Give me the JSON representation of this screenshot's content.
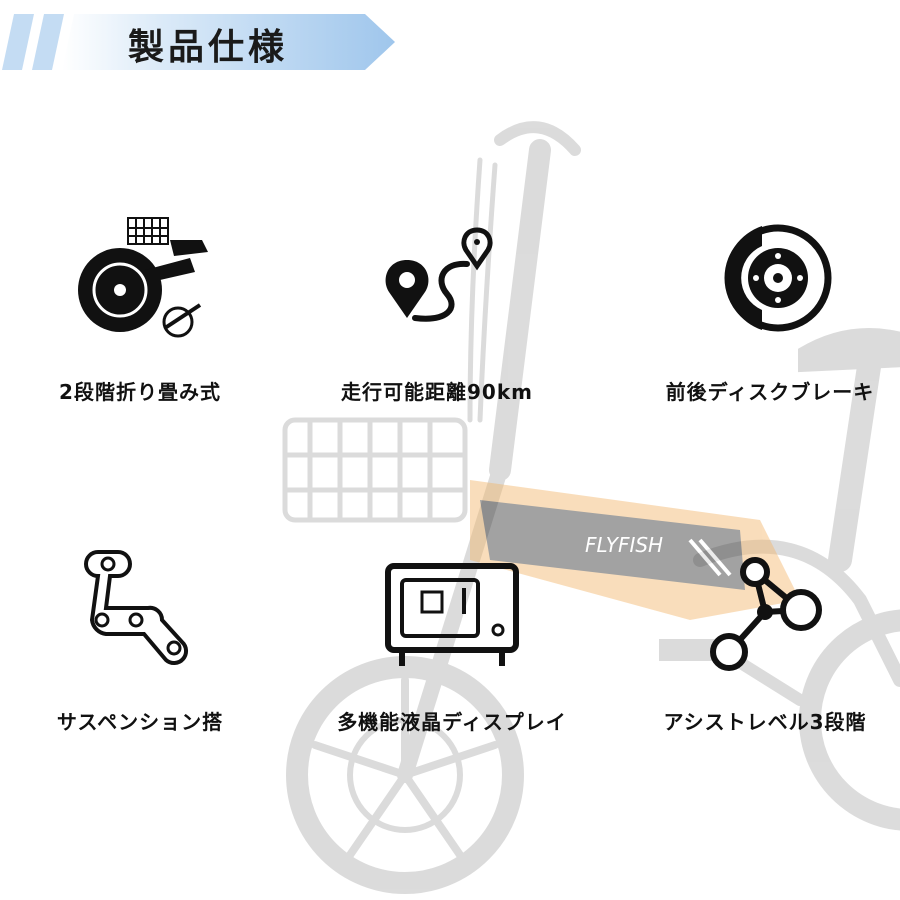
{
  "header": {
    "title": "製品仕様"
  },
  "features": [
    {
      "label": "2段階折り畳み式",
      "icon": "folded-bike-icon"
    },
    {
      "label": "走行可能距離90km",
      "icon": "route-pin-icon"
    },
    {
      "label": "前後ディスクブレーキ",
      "icon": "disc-brake-icon"
    },
    {
      "label": "サスペンション搭",
      "icon": "chain-link-icon"
    },
    {
      "label": "多機能液晶ディスプレイ",
      "icon": "display-screen-icon"
    },
    {
      "label": "アシストレベル3段階",
      "icon": "assist-nodes-icon"
    }
  ],
  "background": {
    "brand_text": "FLYFISH",
    "accent_color": "#f3b66a"
  }
}
